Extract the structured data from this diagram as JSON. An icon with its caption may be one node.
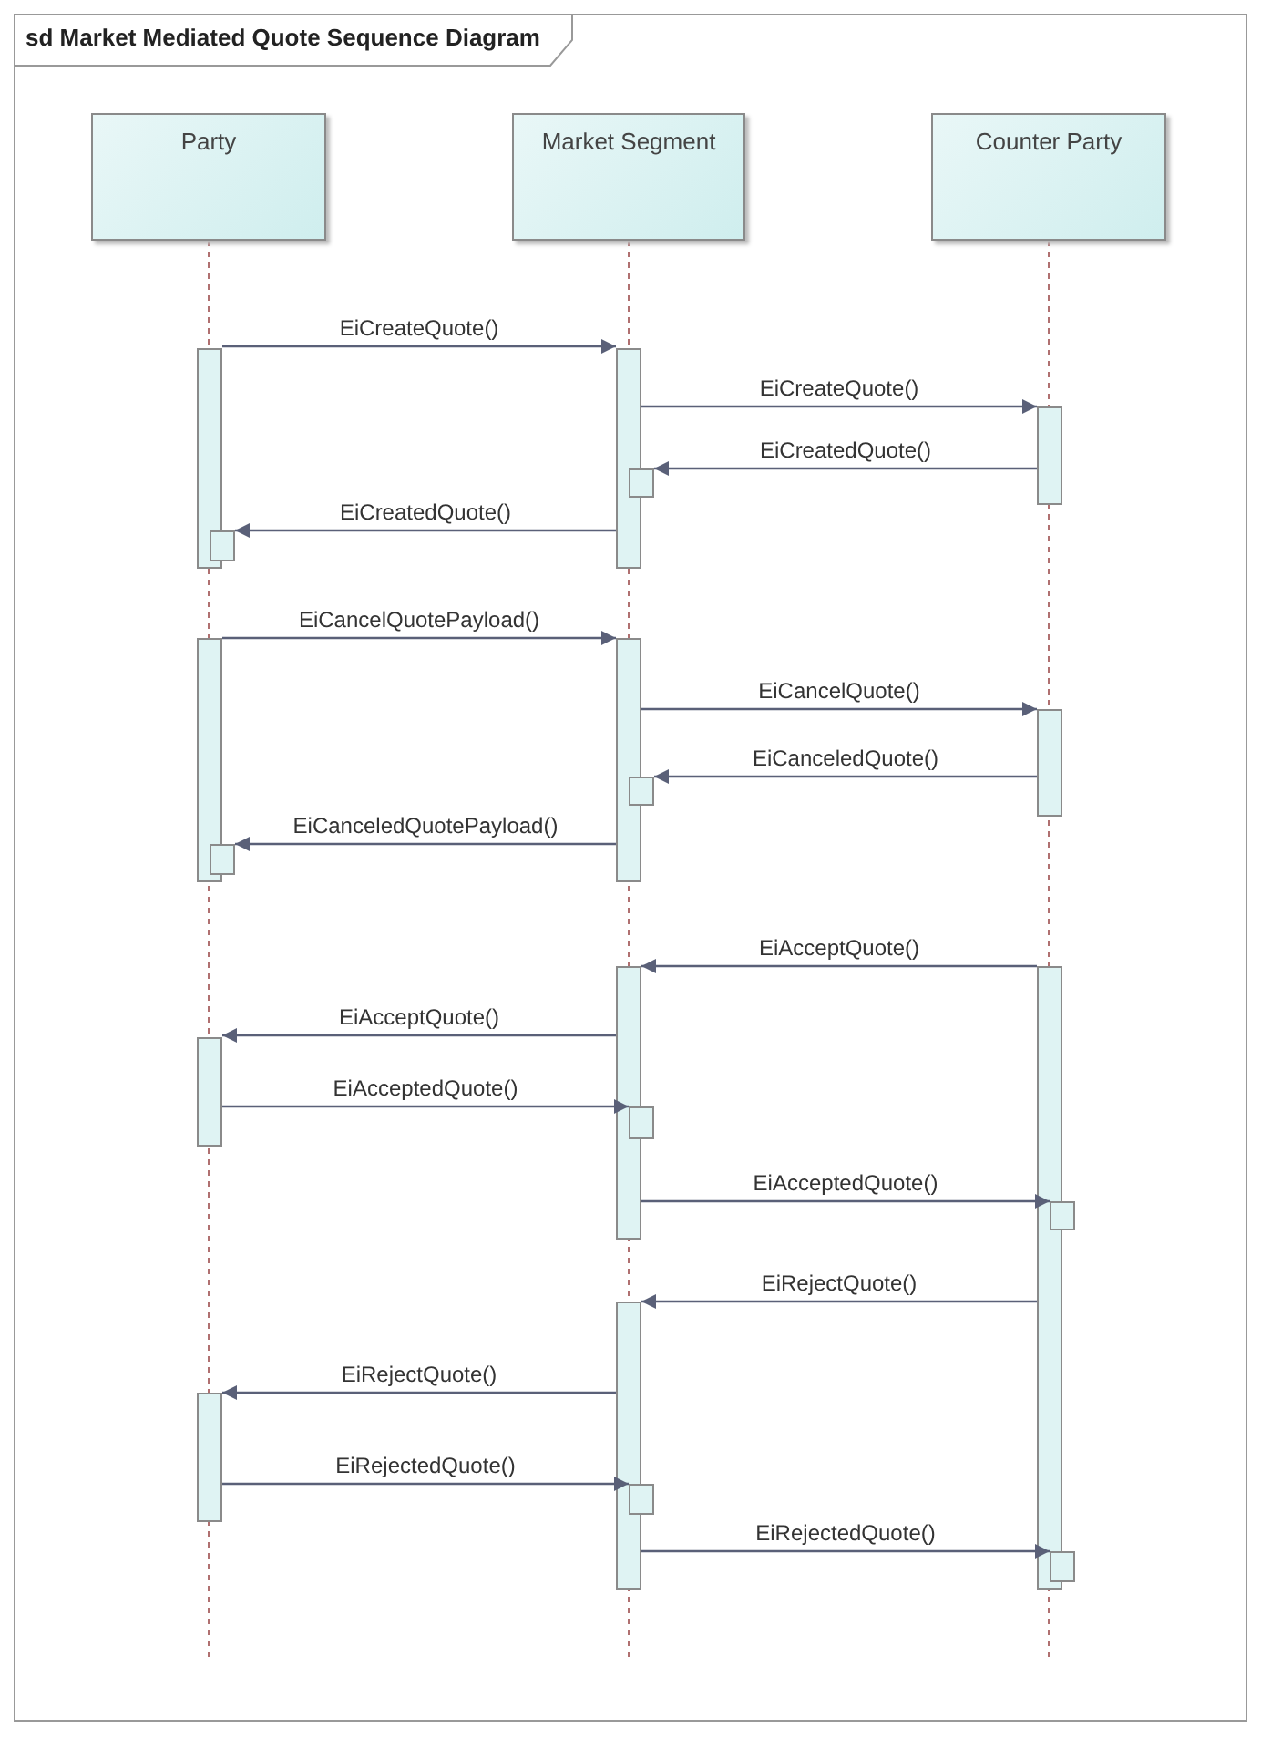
{
  "diagram": {
    "title": "sd Market Mediated Quote Sequence Diagram",
    "nodes": [
      {
        "text": [
          "Party"
        ]
      },
      {
        "text": [
          "Market Segment"
        ]
      },
      {
        "text": [
          "Counter Party"
        ]
      },
      {
        "text": [],
        "shape": "bar"
      },
      {
        "text": [],
        "shape": "bar"
      },
      {
        "text": [],
        "shape": "bar"
      },
      {
        "text": [],
        "shape": "bar"
      },
      {
        "text": [],
        "shape": "bar"
      },
      {
        "text": [],
        "shape": "bar"
      },
      {
        "text": [],
        "shape": "bar"
      },
      {
        "text": [],
        "shape": "bar"
      },
      {
        "text": [],
        "shape": "bar"
      },
      {
        "text": [],
        "shape": "bar"
      },
      {
        "text": [],
        "shape": "bar"
      },
      {
        "text": [],
        "shape": "bar"
      },
      {
        "text": [],
        "shape": "bar"
      },
      {
        "text": [],
        "shape": "bar"
      },
      {
        "text": [],
        "shape": "bar"
      },
      {
        "text": [],
        "shape": "bar"
      },
      {
        "text": [],
        "shape": "bar"
      },
      {
        "text": [],
        "shape": "bar"
      },
      {
        "text": [],
        "shape": "bar"
      }
    ],
    "edges": [
      {
        "from": 3,
        "to": 9,
        "arrow": "to",
        "label": "EiCreateQuote()"
      },
      {
        "from": 9,
        "to": 17,
        "arrow": "to",
        "label": "EiCreateQuote()"
      },
      {
        "from": 17,
        "to": 10,
        "arrow": "to",
        "label": "EiCreatedQuote()"
      },
      {
        "from": 9,
        "to": 4,
        "arrow": "to",
        "label": "EiCreatedQuote()"
      },
      {
        "from": 5,
        "to": 11,
        "arrow": "to",
        "label": "EiCancelQuotePayload()"
      },
      {
        "from": 11,
        "to": 18,
        "arrow": "to",
        "label": "EiCancelQuote()"
      },
      {
        "from": 18,
        "to": 12,
        "arrow": "to",
        "label": "EiCanceledQuote()"
      },
      {
        "from": 11,
        "to": 6,
        "arrow": "to",
        "label": "EiCanceledQuotePayload()"
      },
      {
        "from": 19,
        "to": 13,
        "arrow": "to",
        "label": "EiAcceptQuote()"
      },
      {
        "from": 13,
        "to": 7,
        "arrow": "to",
        "label": "EiAcceptQuote()"
      },
      {
        "from": 7,
        "to": 14,
        "arrow": "to",
        "label": "EiAcceptedQuote()"
      },
      {
        "from": 13,
        "to": 20,
        "arrow": "to",
        "label": "EiAcceptedQuote()"
      },
      {
        "from": 19,
        "to": 15,
        "arrow": "to",
        "label": "EiRejectQuote()"
      },
      {
        "from": 15,
        "to": 8,
        "arrow": "to",
        "label": "EiRejectQuote()"
      },
      {
        "from": 8,
        "to": 16,
        "arrow": "to",
        "label": "EiRejectedQuote()"
      },
      {
        "from": 15,
        "to": 21,
        "arrow": "to",
        "label": "EiRejectedQuote()"
      }
    ]
  }
}
